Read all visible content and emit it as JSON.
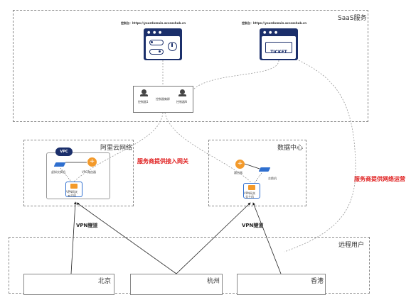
{
  "saas": {
    "title": "SaaS服务",
    "console_left_url": "控制台：https://yourdomain.accesshub.cn",
    "console_right_url": "控制台：https://yourdomain.accesshub.cn",
    "ticket_text": "TICKET"
  },
  "cluster": {
    "node_left": "控制器1",
    "node_mid": "控制器集群",
    "node_right": "控制器N"
  },
  "aliyun": {
    "title": "阿里云网络",
    "vpc_badge": "VPC",
    "vswitch_label": "虚拟交换机",
    "router_label": "VPC路由器",
    "gateway_label": "VPN网关\n云主机"
  },
  "datacenter": {
    "title": "数据中心",
    "router_label": "路由器",
    "switch_label": "交换机",
    "gateway_label": "VPN网关\n云主机"
  },
  "annotations": {
    "provider_access": "服务商提供接入网关",
    "provider_ops": "服务商提供网络运营",
    "tunnel_left": "VPN隧道",
    "tunnel_right": "VPN隧道"
  },
  "remote": {
    "title": "远程用户",
    "beijing": "北京",
    "hangzhou": "杭州",
    "hongkong": "香港"
  },
  "colors": {
    "router_orange": "#f39a2b",
    "gateway_blue": "#2f6fcf",
    "vpc_navy": "#1b2f6b",
    "accent_red": "#e02020"
  }
}
